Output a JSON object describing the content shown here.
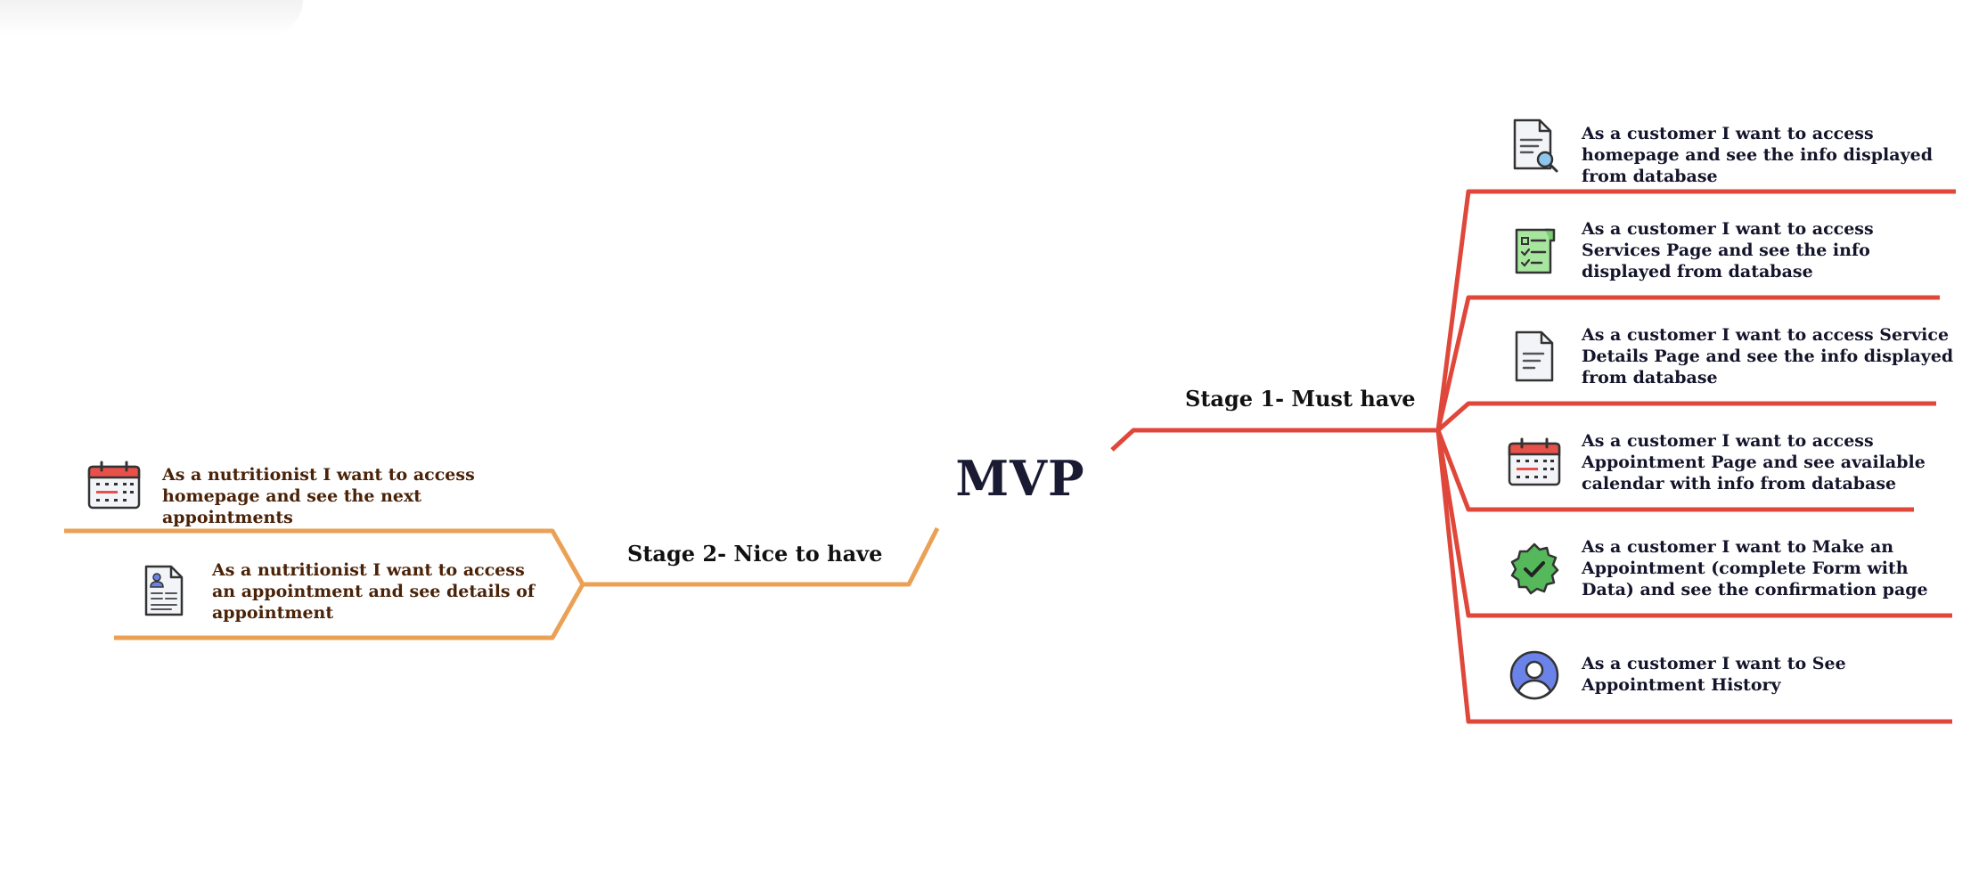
{
  "root": {
    "title": "MVP"
  },
  "stage1": {
    "label": "Stage 1- Must have",
    "color": "#e0473b",
    "items": [
      {
        "icon": "document-search-icon",
        "text": "As a customer I want to access homepage and see the info displayed from database"
      },
      {
        "icon": "checklist-icon",
        "text": "As a customer I want to access Services Page and see the info displayed from database"
      },
      {
        "icon": "document-icon",
        "text": "As a customer I want to access Service Details Page and see the info displayed from database"
      },
      {
        "icon": "calendar-icon",
        "text": "As a customer I want to access Appointment Page and see available calendar with info from database"
      },
      {
        "icon": "verified-badge-icon",
        "text": "As a customer I want to Make an Appointment (complete Form with Data) and see the confirmation page"
      },
      {
        "icon": "user-avatar-icon",
        "text": "As a customer I want to See Appointment History"
      }
    ]
  },
  "stage2": {
    "label": "Stage 2- Nice to have",
    "color": "#eba155",
    "items": [
      {
        "icon": "calendar-icon",
        "text": "As a nutritionist I want to access homepage and see the next appointments"
      },
      {
        "icon": "profile-document-icon",
        "text": "As a nutritionist I want to access an appointment and see details of appointment"
      }
    ]
  }
}
